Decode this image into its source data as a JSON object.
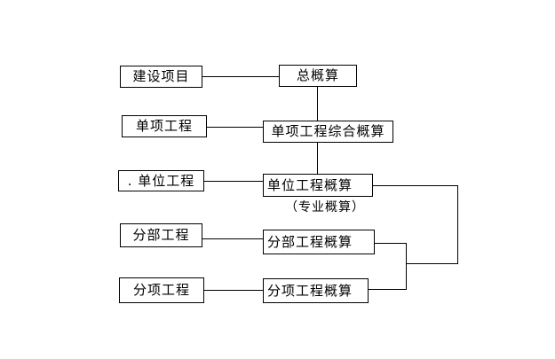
{
  "boxes": {
    "left": [
      {
        "label": "建设项目"
      },
      {
        "label": "单项工程"
      },
      {
        "label": ". 单位工程"
      },
      {
        "label": "分部工程"
      },
      {
        "label": "分项工程"
      }
    ],
    "right": [
      {
        "label": "总概算"
      },
      {
        "label": "单项工程综合概算"
      },
      {
        "label": "单位工程概算",
        "note": "（专业概算）"
      },
      {
        "label": "分部工程概算"
      },
      {
        "label": "分项工程概算"
      }
    ]
  },
  "colors": {
    "background": "#ffffff",
    "line": "#000000",
    "text": "#000000"
  }
}
